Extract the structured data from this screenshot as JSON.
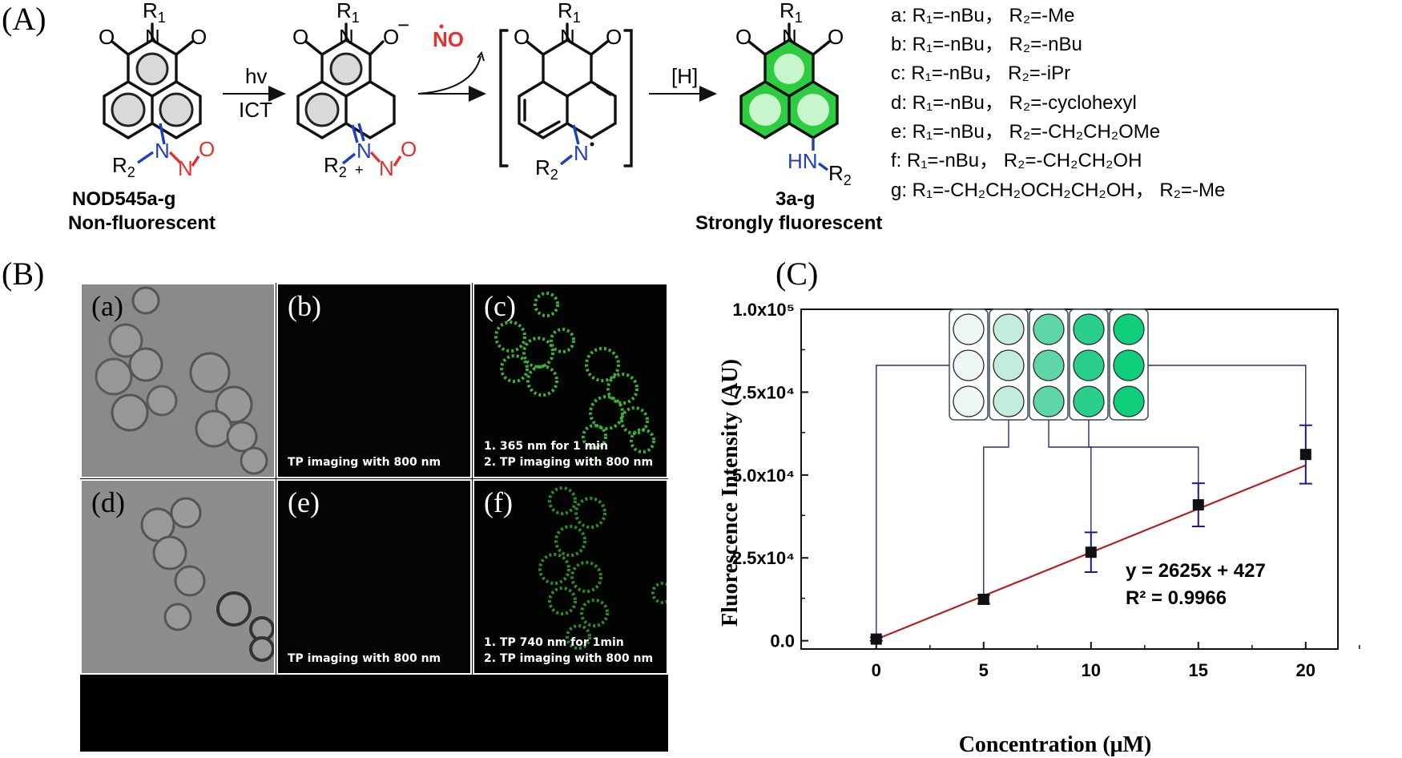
{
  "panels": {
    "A": "(A)",
    "B": "(B)",
    "C": "(C)"
  },
  "scheme": {
    "r1": "R",
    "r1_sub": "1",
    "r2": "R",
    "r2_sub": "2",
    "oxygen": "O",
    "nitrogen": "N",
    "o_minus": "O",
    "minus": "−",
    "plus": "+",
    "step1_top": "hv",
    "step1_bottom": "ICT",
    "released": "NO",
    "step3": "[H]",
    "hn": "HN",
    "compound1_name": "NOD545a-g",
    "compound1_desc": "Non-fluorescent",
    "compound2_name": "3a-g",
    "compound2_desc": "Strongly fluorescent"
  },
  "substituents": [
    "a: R₁=-nBu，  R₂=-Me",
    "b: R₁=-nBu，  R₂=-nBu",
    "c: R₁=-nBu，  R₂=-iPr",
    "d: R₁=-nBu，  R₂=-cyclohexyl",
    "e: R₁=-nBu，  R₂=-CH₂CH₂OMe",
    " f: R₁=-nBu，  R₂=-CH₂CH₂OH",
    "g: R₁=-CH₂CH₂OCH₂CH₂OH，   R₂=-Me"
  ],
  "microscopy": {
    "a": {
      "tag": "(a)"
    },
    "b": {
      "tag": "(b)",
      "caption1": "TP imaging with 800 nm"
    },
    "c": {
      "tag": "(c)",
      "caption1": "1. 365 nm for 1 min",
      "caption2": "2. TP imaging with 800 nm"
    },
    "d": {
      "tag": "(d)"
    },
    "e": {
      "tag": "(e)",
      "caption1": "TP imaging with 800 nm"
    },
    "f": {
      "tag": "(f)",
      "caption1": "1. TP 740 nm for 1min",
      "caption2": "2. TP imaging with 800 nm"
    }
  },
  "chart_data": {
    "type": "scatter",
    "xlabel": "Concentration (μM)",
    "ylabel": "Fluorescence Intensity (AU)",
    "xticks": [
      "0",
      "5",
      "10",
      "15",
      "20"
    ],
    "yticks": [
      "0.0",
      "2.5x10⁴",
      "5.0x10⁴",
      "7.5x10⁴",
      "1.0x10⁵"
    ],
    "xlim": [
      -3.5,
      21.5
    ],
    "ylim": [
      -2500,
      100000
    ],
    "x": [
      0,
      5,
      10,
      15,
      20
    ],
    "y": [
      500,
      12500,
      26700,
      41000,
      56200
    ],
    "yerr": [
      500,
      1300,
      6000,
      6500,
      8800
    ],
    "fit": {
      "equation": "y = 2625x + 427",
      "r2": "R² = 0.9966",
      "slope": 2625,
      "intercept": 427,
      "color": "#b22222"
    },
    "marker_color": "#111111",
    "error_color": "#1a1a8c",
    "well_colors": [
      "#eef8f4",
      "#c4ecdc",
      "#5fd6a8",
      "#2bcf8c",
      "#0fcf7c"
    ]
  }
}
